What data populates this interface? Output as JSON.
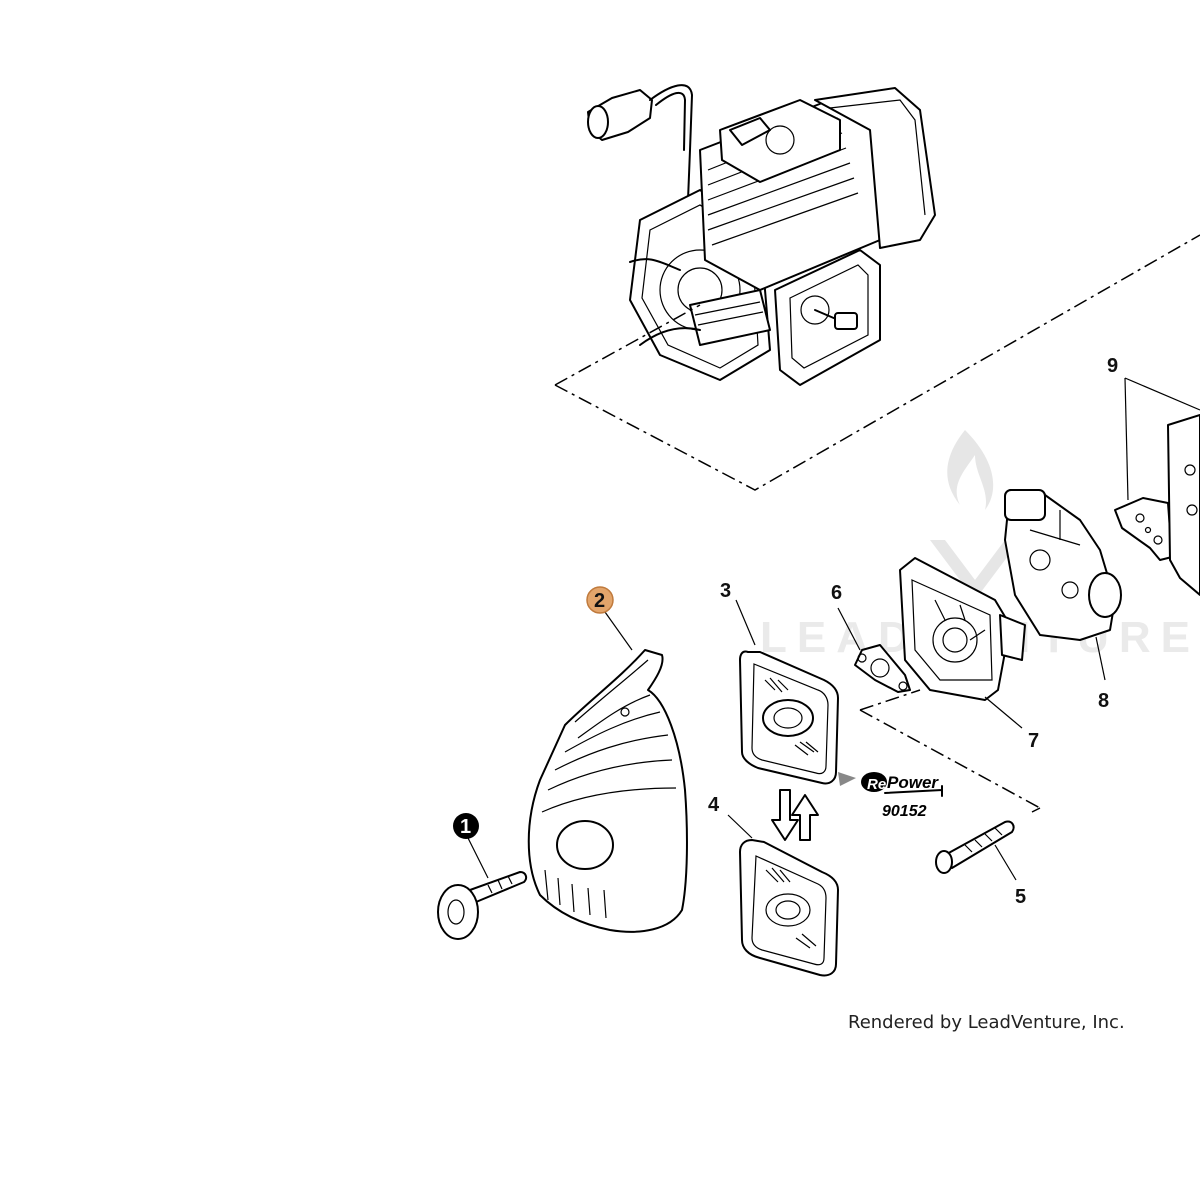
{
  "callouts": [
    {
      "id": "1",
      "label": "1"
    },
    {
      "id": "2",
      "label": "2",
      "highlight_color": "#e3a56b"
    },
    {
      "id": "3",
      "label": "3"
    },
    {
      "id": "4",
      "label": "4"
    },
    {
      "id": "5",
      "label": "5"
    },
    {
      "id": "6",
      "label": "6"
    },
    {
      "id": "7",
      "label": "7"
    },
    {
      "id": "8",
      "label": "8"
    },
    {
      "id": "9",
      "label": "9"
    }
  ],
  "repower": {
    "brand": "RePower",
    "brand_prefix": "Re",
    "brand_suffix": "Power",
    "part_number": "90152"
  },
  "watermark": {
    "text": "LEADVENTURE"
  },
  "footer": {
    "text": "Rendered by LeadVenture, Inc."
  },
  "colors": {
    "line": "#000000",
    "highlight": "#e3a56b",
    "watermark": "#d9d9d9",
    "arrow": "#888888"
  }
}
